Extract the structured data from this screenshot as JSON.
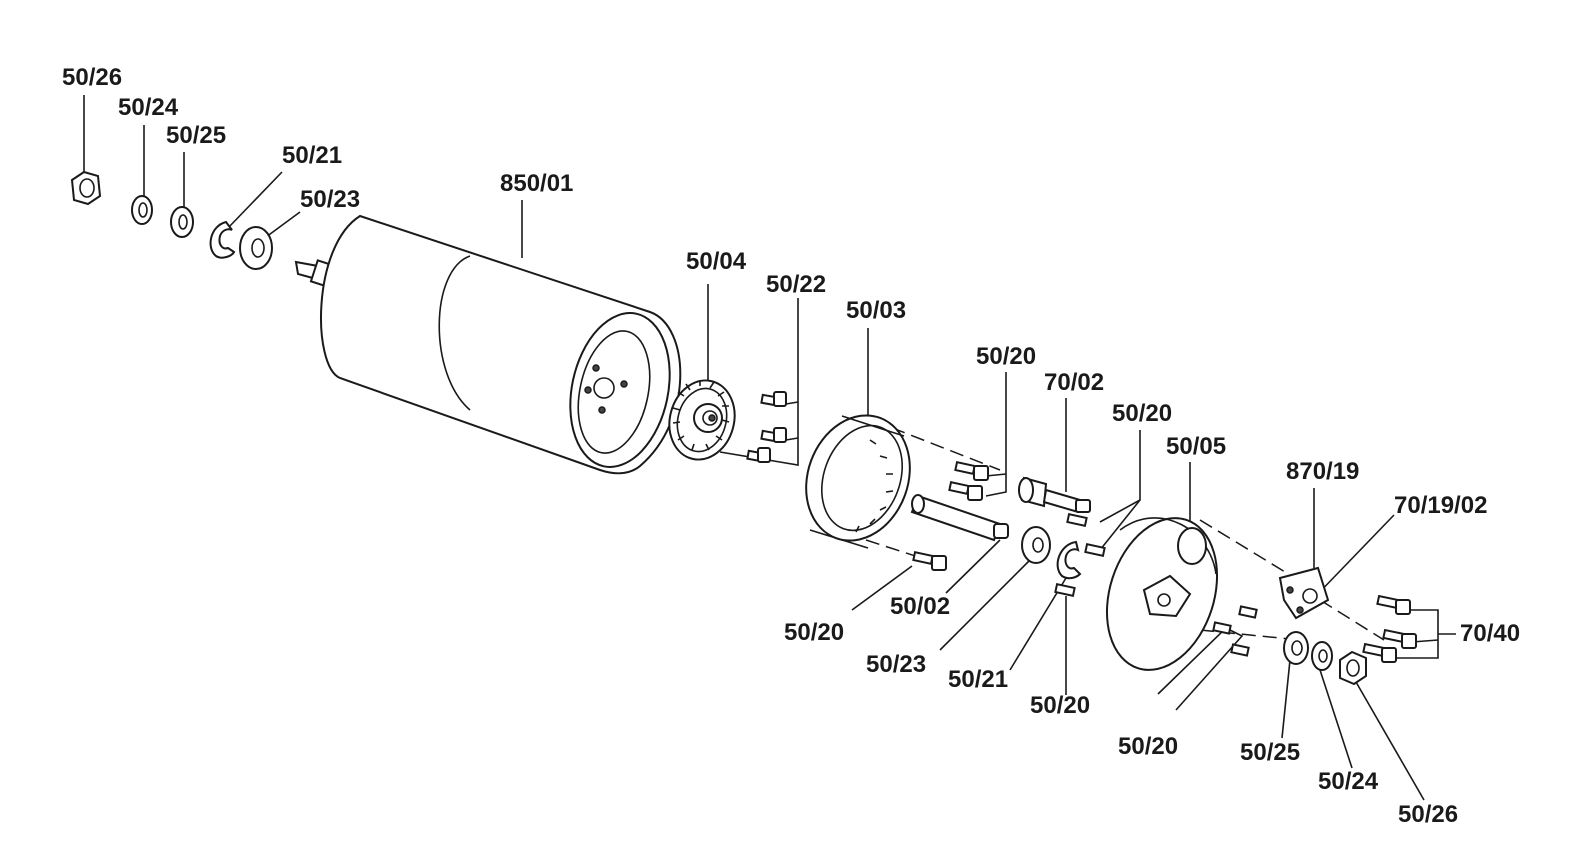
{
  "labels": {
    "l1": "50/26",
    "l2": "50/24",
    "l3": "50/25",
    "l4": "50/21",
    "l5": "50/23",
    "l6": "850/01",
    "l7": "50/04",
    "l8": "50/22",
    "l9": "50/03",
    "l10": "50/20",
    "l11": "70/02",
    "l12": "50/20",
    "l13": "50/05",
    "l14": "870/19",
    "l15": "70/19/02",
    "l16": "70/40",
    "l17": "50/20",
    "l18": "50/02",
    "l19": "50/23",
    "l20": "50/21",
    "l21": "50/20",
    "l22": "50/20",
    "l23": "50/25",
    "l24": "50/24",
    "l25": "50/26"
  }
}
